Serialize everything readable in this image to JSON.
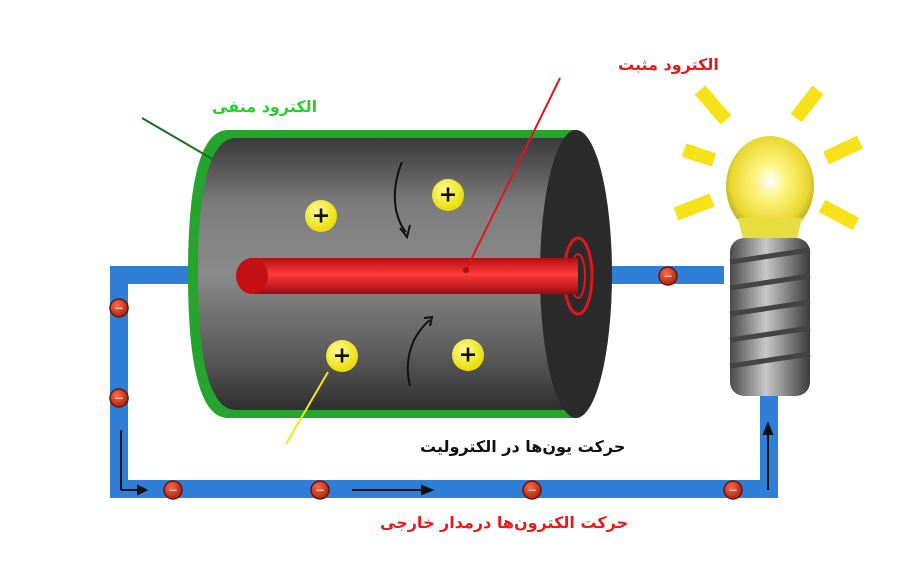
{
  "labels": {
    "negative_electrode": "الکترود منفی",
    "positive_electrode": "الکترود مثبت",
    "ion_movement": "حرکت یون‌ها در الکترولیت",
    "electron_flow": "حرکت الکترون‌ها درمدار خارجی"
  },
  "symbols": {
    "plus": "+",
    "minus": "−"
  },
  "colors": {
    "wire": "#2f7fd9",
    "casing": "#26a52e",
    "cathode": "#e0161c",
    "electrolyte": "#6b6b6b",
    "ion": "#f2e812",
    "electron": "#c0392b",
    "bulb_glow": "#fff35a",
    "negative_label": "#2ecc2e",
    "positive_label": "#e41c1c",
    "electron_label": "#e41c1c",
    "ion_label": "#111111"
  },
  "icons": [
    "cell-cylinder",
    "lightbulb-icon",
    "plus-ion-icon",
    "electron-icon",
    "arrow-icon"
  ]
}
